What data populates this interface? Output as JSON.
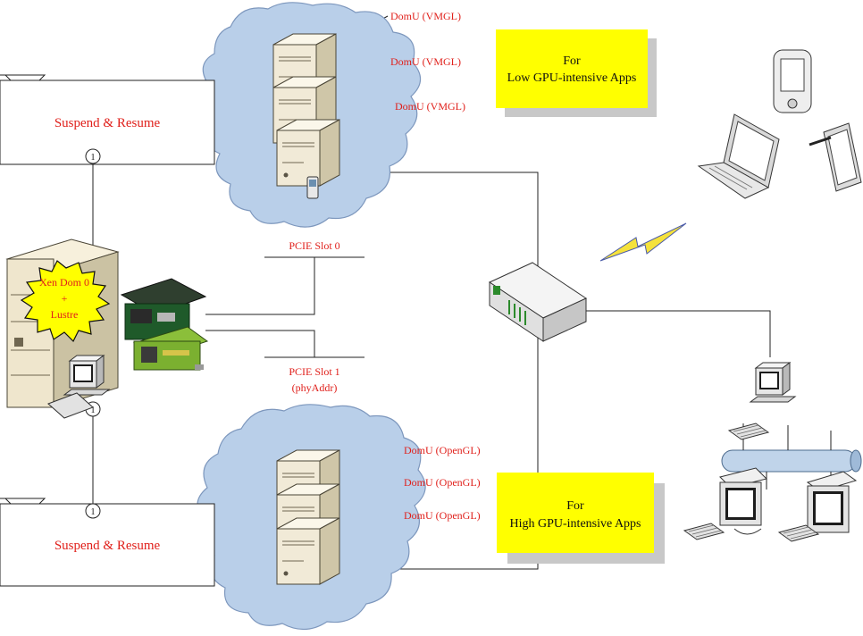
{
  "diagram": {
    "top_cloud_labels": [
      "DomU (VMGL)",
      "DomU (VMGL)",
      "DomU (VMGL)"
    ],
    "bottom_cloud_labels": [
      "DomU (OpenGL)",
      "DomU (OpenGL)",
      "DomU (OpenGL)"
    ],
    "suspend_top": "Suspend & Resume",
    "suspend_bottom": "Suspend & Resume",
    "xen_label": [
      "Xen Dom 0",
      "+",
      "Lustre"
    ],
    "pcie_slot0": "PCIE Slot 0",
    "pcie_slot1": [
      "PCIE Slot 1",
      "(phyAddr)"
    ],
    "note_low": [
      "For",
      "Low GPU-intensive Apps"
    ],
    "note_high": [
      "For",
      "High GPU-intensive Apps"
    ],
    "marker": "1",
    "colors": {
      "label_red": "#e0201b",
      "note_yellow": "#ffff00",
      "cloud_blue": "#b9cfe9",
      "shadow_gray": "#c8c8c8"
    },
    "icons": [
      "server-icon",
      "hub-icon",
      "laptop-icon",
      "pda-icon",
      "tablet-icon",
      "desktop-icon",
      "lightning-icon",
      "gpu-card-icon",
      "mainframe-icon"
    ]
  }
}
